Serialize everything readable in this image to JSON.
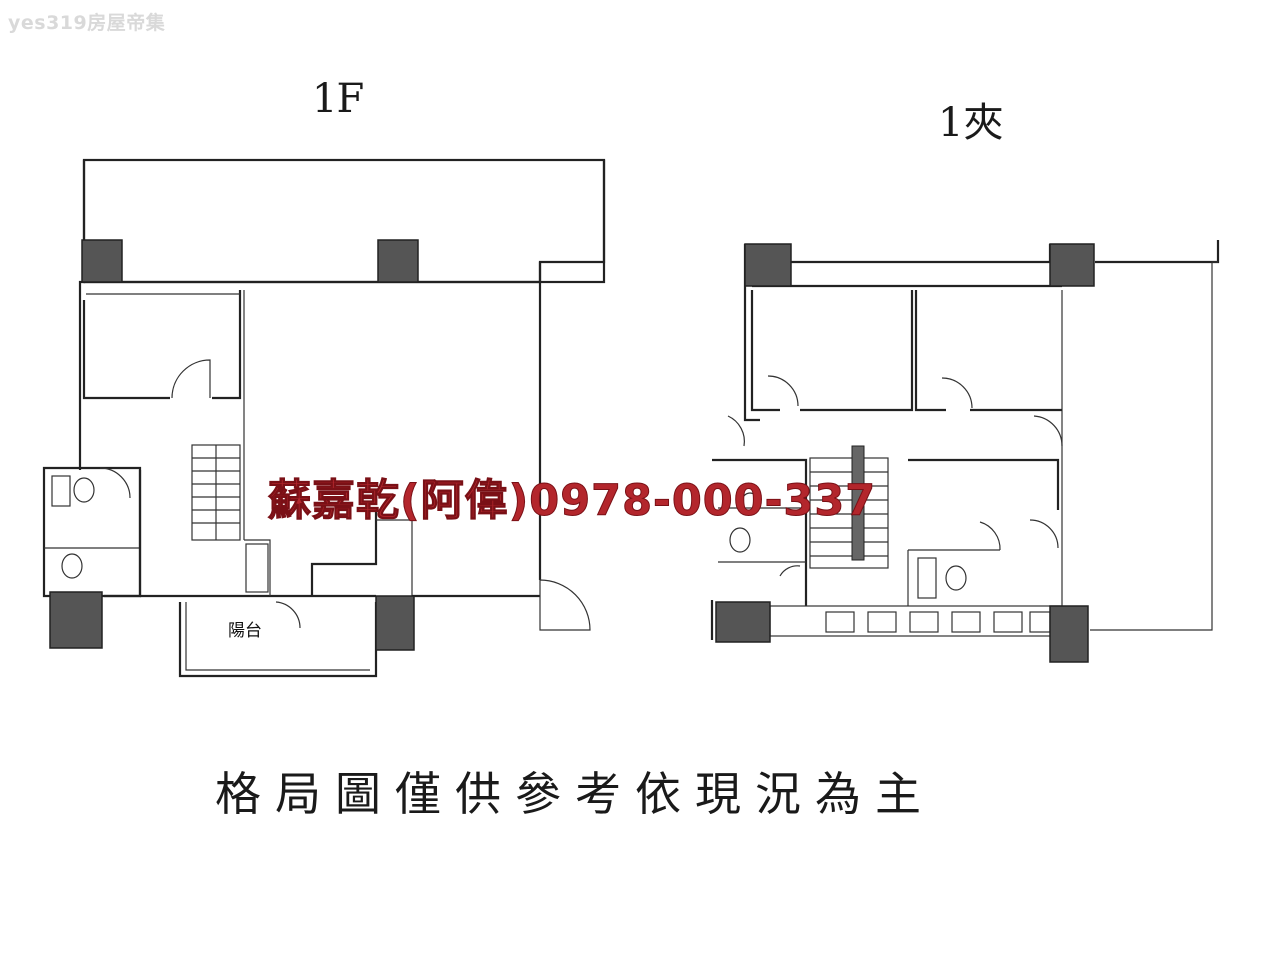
{
  "watermark": "yes319房屋帝集",
  "floor_plans": [
    {
      "title": "1F",
      "rooms": [
        {
          "label": "陽台"
        }
      ]
    },
    {
      "title": "1夾",
      "rooms": []
    }
  ],
  "contact_overlay": "蘇嘉乾(阿偉)0978-000-337",
  "disclaimer": "格局圖僅供參考依現況為主",
  "colors": {
    "overlay_text": "#b3262c",
    "columns": "#555555",
    "walls": "#222222",
    "watermark": "#d9d9d9"
  }
}
